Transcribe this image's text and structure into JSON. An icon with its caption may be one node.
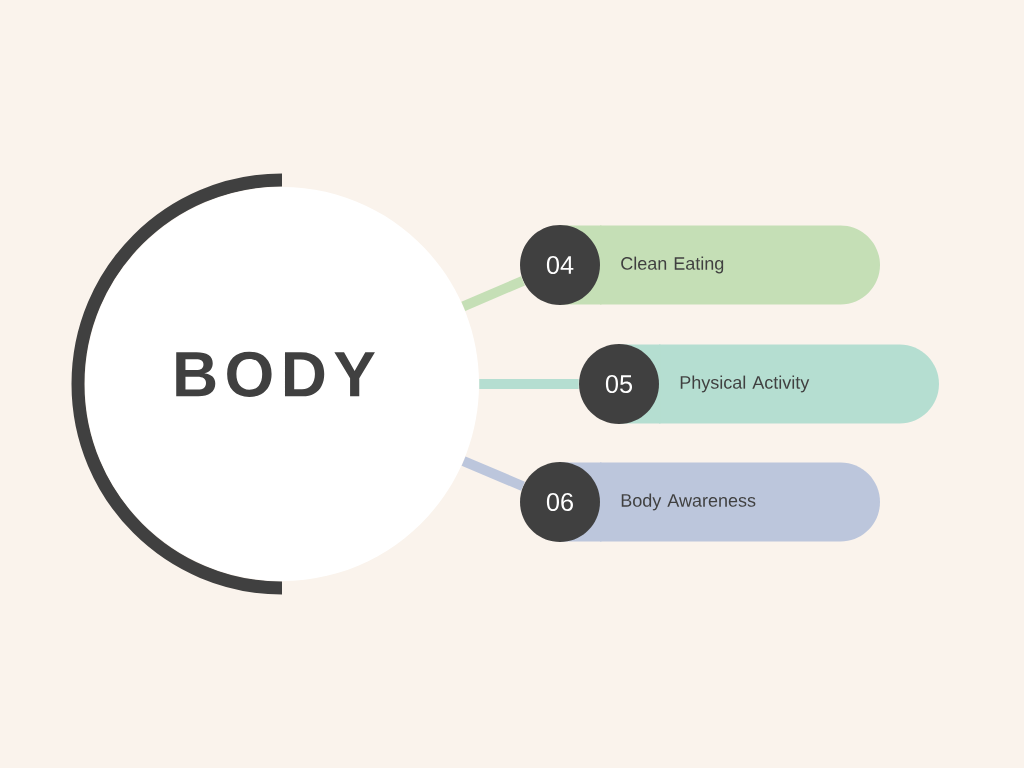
{
  "diagram": {
    "nodes": [
      {
        "text": [
          "BODY"
        ]
      },
      {
        "text": [
          "04"
        ]
      },
      {
        "text": [
          "Clean Eating"
        ]
      },
      {
        "text": [
          "05"
        ]
      },
      {
        "text": [
          "Physical Activity"
        ]
      },
      {
        "text": [
          "06"
        ]
      },
      {
        "text": [
          "Body Awareness"
        ]
      }
    ],
    "edges": [
      {
        "from": 0,
        "to": 1,
        "arrow": "none",
        "color": "#c5dfb6"
      },
      {
        "from": 0,
        "to": 3,
        "arrow": "none",
        "color": "#b5ded1"
      },
      {
        "from": 0,
        "to": 5,
        "arrow": "none",
        "color": "#bcc6dc"
      }
    ]
  }
}
